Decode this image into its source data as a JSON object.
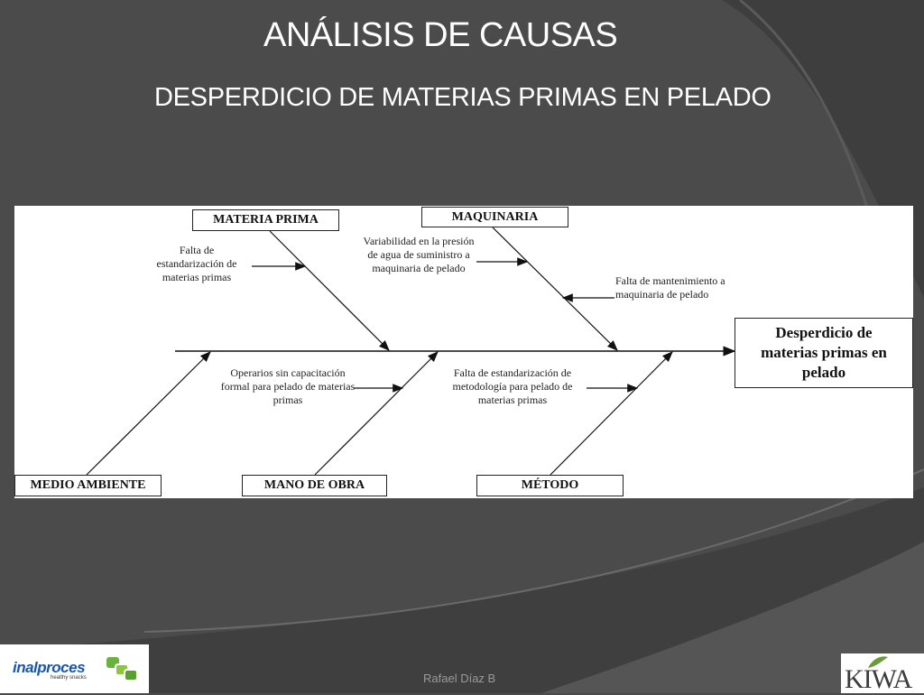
{
  "slide": {
    "title": "ANÁLISIS DE CAUSAS",
    "subtitle": "DESPERDICIO  DE MATERIAS PRIMAS EN PELADO",
    "footer": "Rafael Díaz B"
  },
  "diagram": {
    "effect": "Desperdicio de materias primas en pelado",
    "categories": {
      "materia_prima": "MATERIA PRIMA",
      "maquinaria": "MAQUINARIA",
      "medio_ambiente": "MEDIO AMBIENTE",
      "mano_de_obra": "MANO DE OBRA",
      "metodo": "MÉTODO"
    },
    "causes": {
      "materia_prima": "Falta de estandarización de materias primas",
      "maquinaria_1": "Variabilidad en la presión de agua de suministro a maquinaria de pelado",
      "maquinaria_2": "Falta de mantenimiento a maquinaria de pelado",
      "mano_de_obra": "Operarios sin capacitación formal para pelado de materias primas",
      "metodo": "Falta de estandarización de metodología para pelado de materias primas"
    }
  },
  "logos": {
    "left": "inalproces",
    "left_sub": "healthy snacks",
    "right": "KIWA"
  },
  "colors": {
    "background": "#4a4a4a",
    "text": "#ffffff",
    "inalproces_blue": "#1a56a8",
    "inalproces_green": "#6ab23e"
  }
}
